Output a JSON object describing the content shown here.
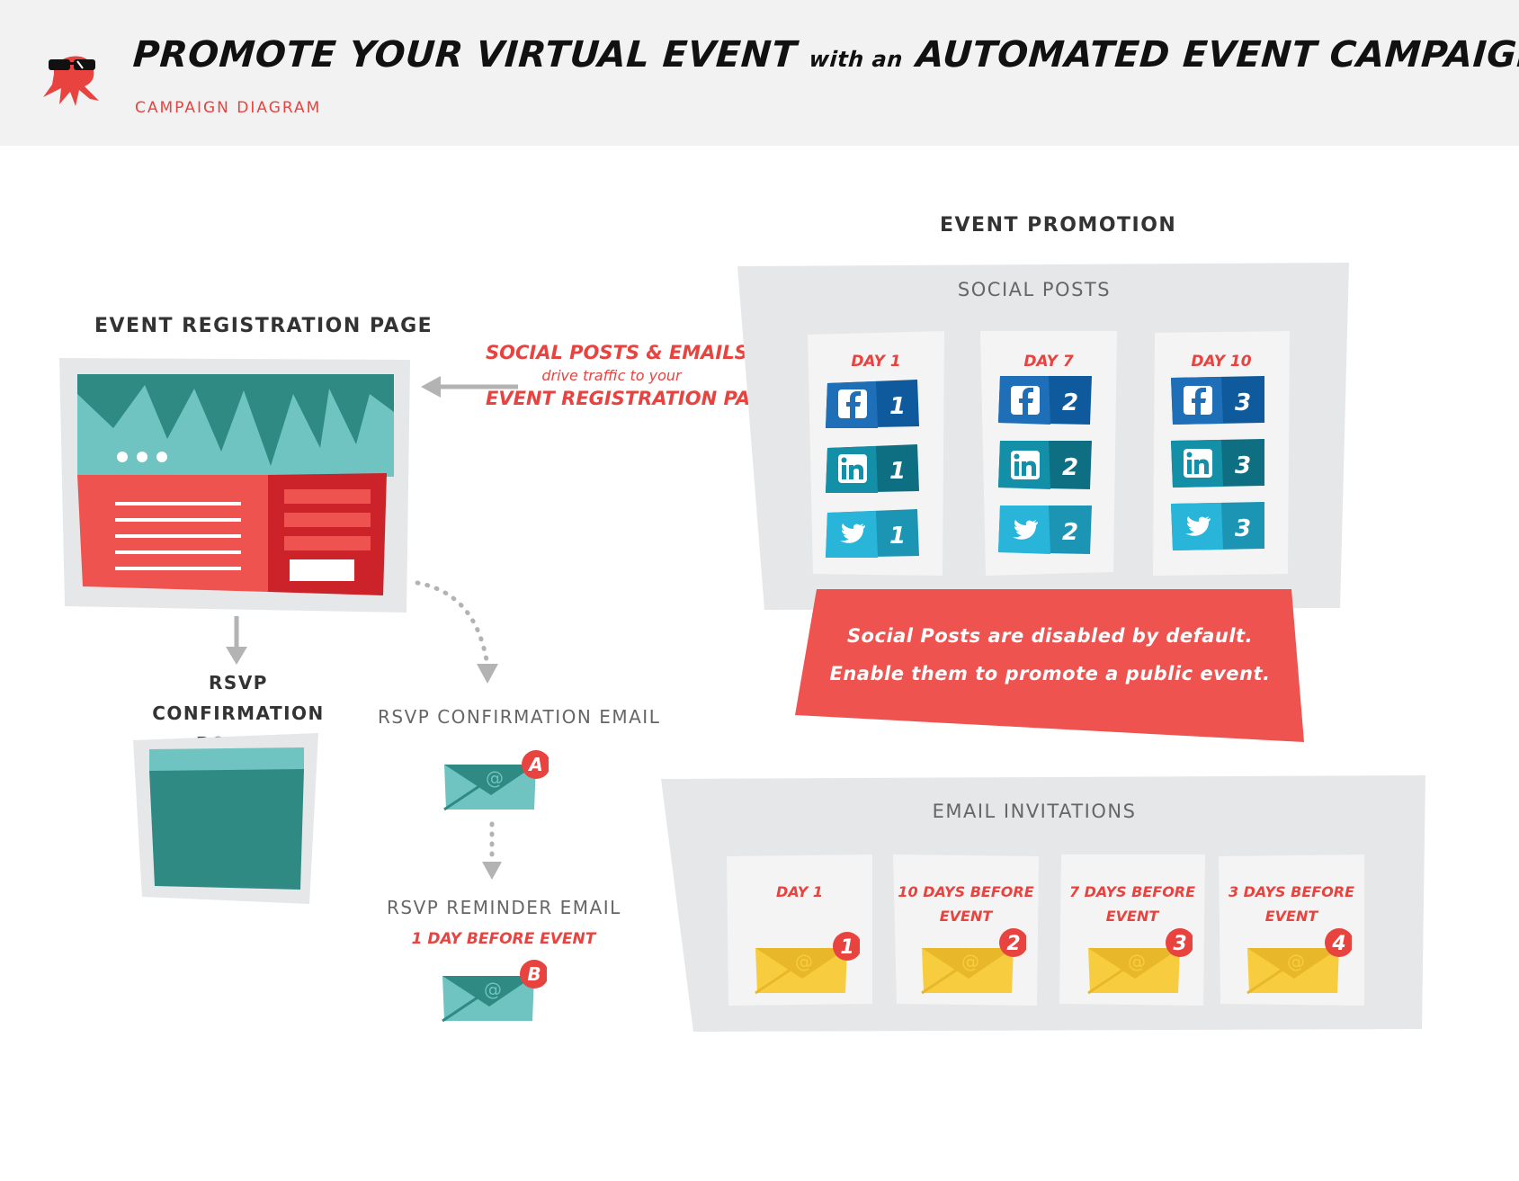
{
  "header": {
    "title_part1": "PROMOTE YOUR VIRTUAL EVENT",
    "title_connector": "with an",
    "title_part2": "AUTOMATED EVENT CAMPAIGN",
    "subtitle": "CAMPAIGN DIAGRAM"
  },
  "registration": {
    "title": "EVENT REGISTRATION PAGE",
    "traffic_line1": "SOCIAL POSTS & EMAILS",
    "traffic_line2": "drive traffic to your",
    "traffic_line3": "EVENT REGISTRATION PAGE",
    "popup_title": "RSVP CONFIRMATION POP-UP"
  },
  "rsvp_emails": {
    "confirmation_title": "RSVP CONFIRMATION EMAIL",
    "confirmation_badge": "A",
    "reminder_title": "RSVP REMINDER EMAIL",
    "reminder_sub": "1 DAY BEFORE EVENT",
    "reminder_badge": "B"
  },
  "promotion": {
    "title": "EVENT PROMOTION",
    "social_title": "SOCIAL POSTS",
    "days": [
      {
        "label": "DAY 1",
        "number": "1"
      },
      {
        "label": "DAY 7",
        "number": "2"
      },
      {
        "label": "DAY 10",
        "number": "3"
      }
    ],
    "networks": [
      "facebook-icon",
      "linkedin-icon",
      "twitter-icon"
    ],
    "banner_line1": "Social Posts are disabled by default.",
    "banner_line2": "Enable them to promote a public event."
  },
  "invitations": {
    "title": "EMAIL INVITATIONS",
    "items": [
      {
        "label": "DAY 1",
        "badge": "1"
      },
      {
        "label": "10 DAYS BEFORE EVENT",
        "badge": "2"
      },
      {
        "label": "7 DAYS BEFORE EVENT",
        "badge": "3"
      },
      {
        "label": "3 DAYS BEFORE EVENT",
        "badge": "4"
      }
    ]
  },
  "colors": {
    "red": "#e8433f",
    "dark_red": "#cc2229",
    "teal": "#6fc3c0",
    "dark_teal": "#2e8a82",
    "panel_gray": "#e6e7e8",
    "card_gray": "#f2f2f2",
    "facebook": "#1e6fb8",
    "linkedin": "#138fa7",
    "twitter": "#29b4d9",
    "envelope_yellow": "#f7cd3f"
  }
}
